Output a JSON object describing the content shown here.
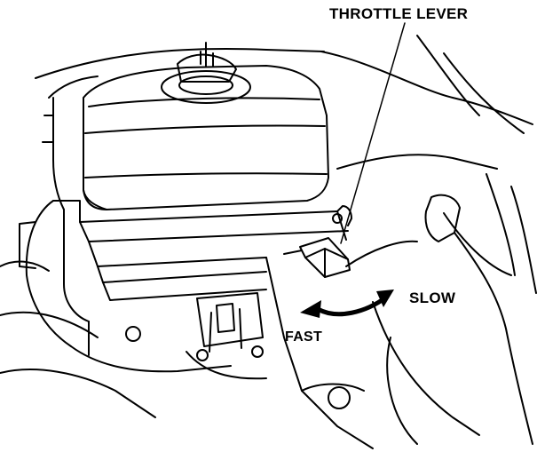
{
  "labels": {
    "throttle_lever": "THROTTLE LEVER",
    "slow": "SLOW",
    "fast": "FAST"
  },
  "colors": {
    "ink": "#000000",
    "paper": "#ffffff"
  },
  "icons": {
    "direction_arrow": "double-headed-curved-arrow"
  }
}
